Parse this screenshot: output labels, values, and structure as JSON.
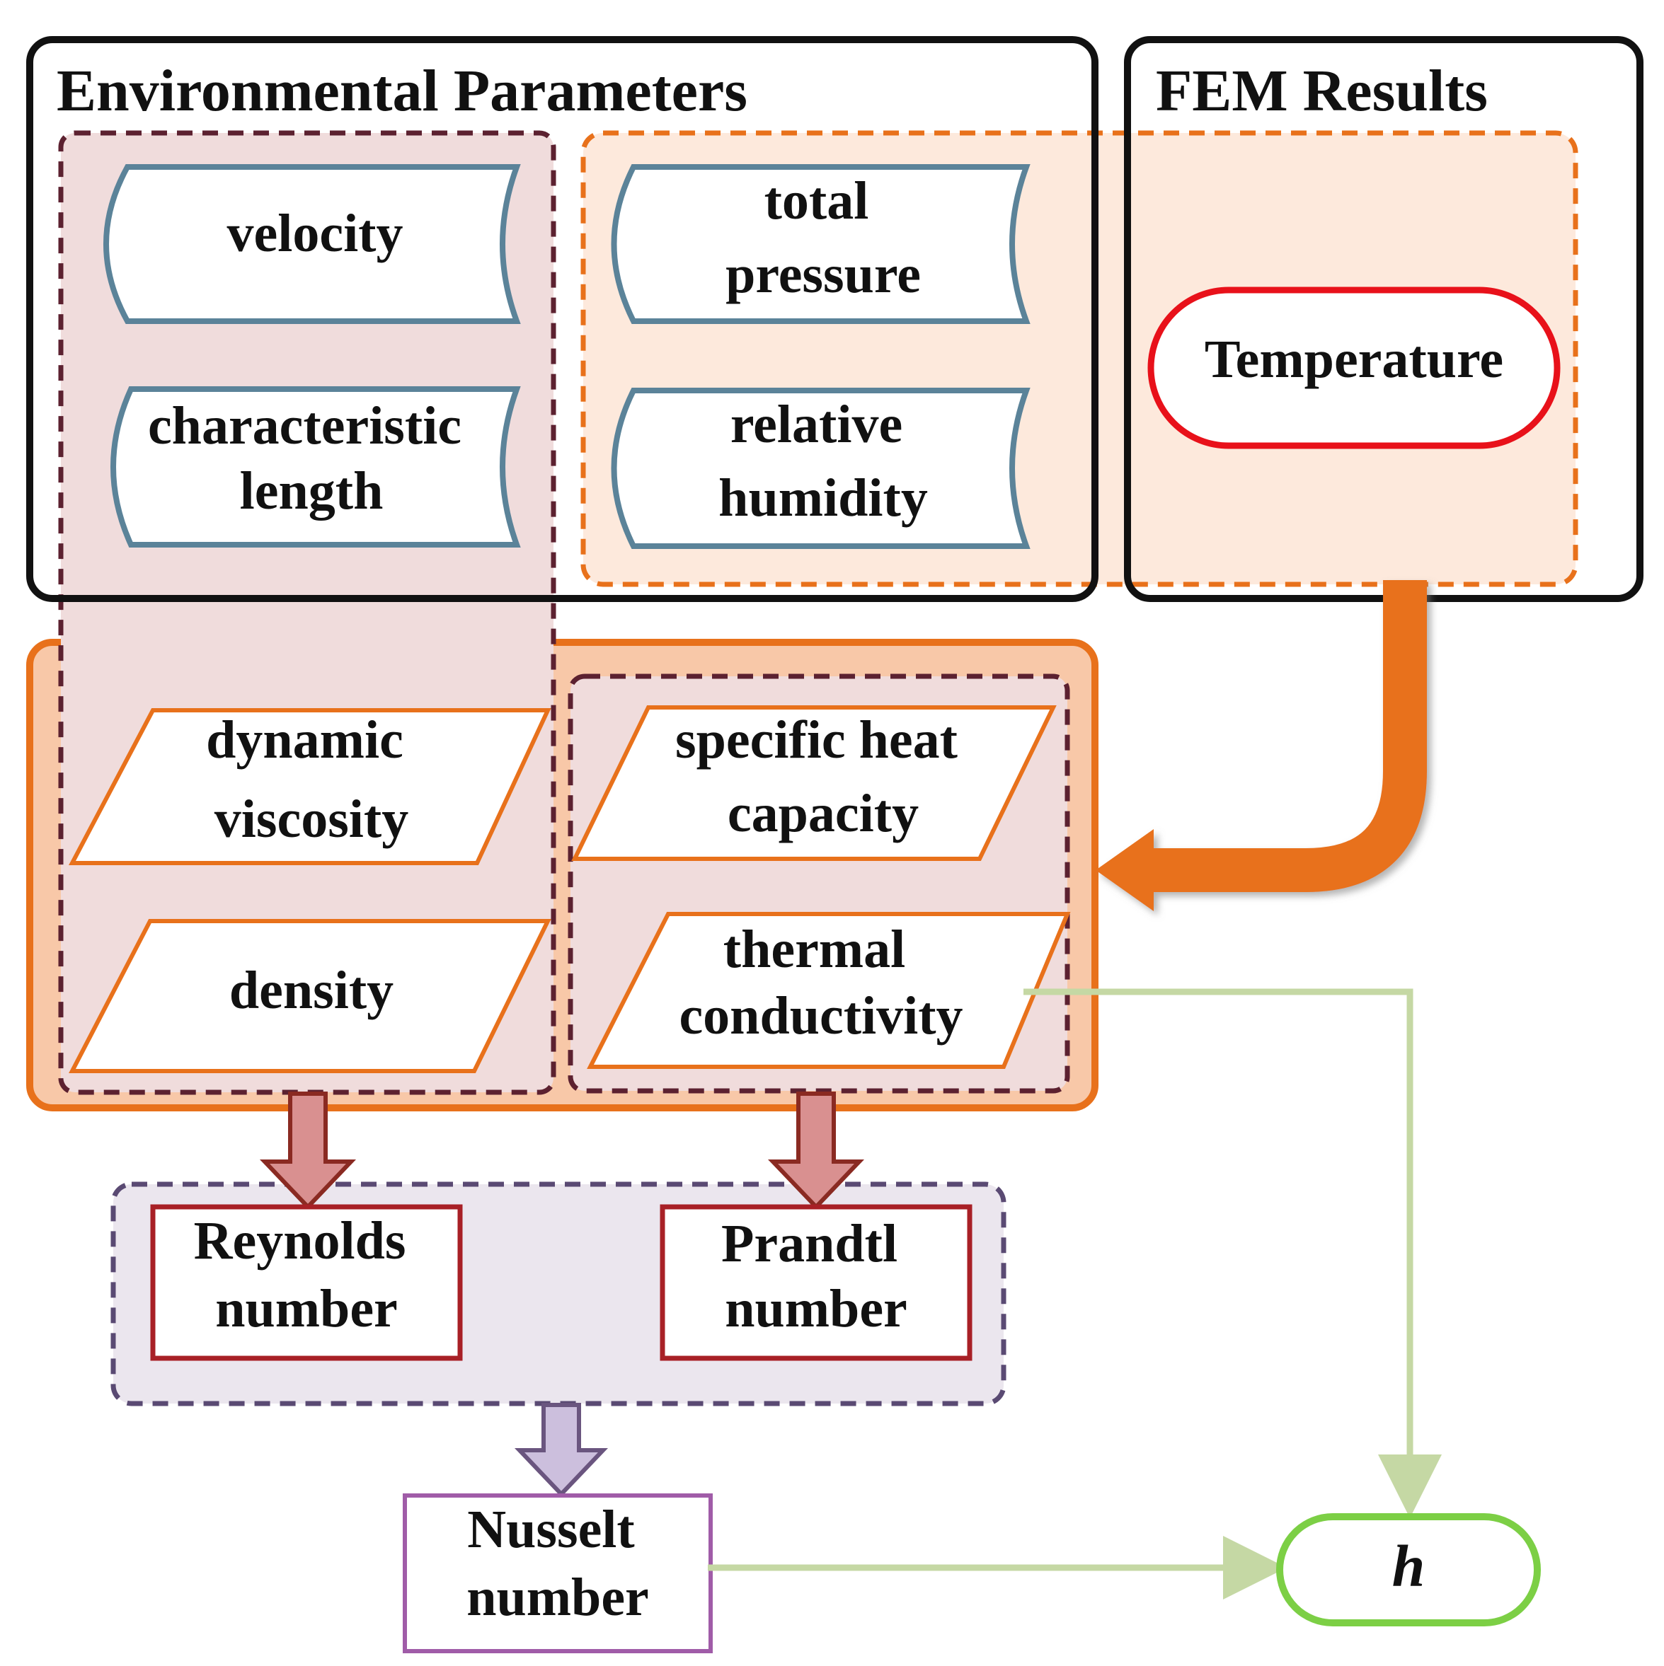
{
  "groups": {
    "environmental": {
      "title": "Environmental Parameters"
    },
    "fem": {
      "title": "FEM Results"
    }
  },
  "inputs": {
    "velocity": [
      "velocity"
    ],
    "characteristic_length": [
      "characteristic",
      "length"
    ],
    "total_pressure": [
      "total",
      "pressure"
    ],
    "relative_humidity": [
      "relative",
      "humidity"
    ],
    "temperature": [
      "Temperature"
    ]
  },
  "properties": {
    "dynamic_viscosity": [
      "dynamic",
      "viscosity"
    ],
    "density": [
      "density"
    ],
    "specific_heat_capacity": [
      "specific heat",
      "capacity"
    ],
    "thermal_conductivity": [
      "thermal",
      "conductivity"
    ]
  },
  "numbers": {
    "reynolds": [
      "Reynolds",
      "number"
    ],
    "prandtl": [
      "Prandtl",
      "number"
    ],
    "nusselt": [
      "Nusselt",
      "number"
    ]
  },
  "result": {
    "h": "h"
  },
  "colors": {
    "outline_black": "#111111",
    "input_border": "#5b8399",
    "temperature_border": "#e8111a",
    "orange": "#e8711b",
    "orange_region_fill": "#fde9dc",
    "orange_box_fill": "#f8c8a8",
    "maroon_dashed": "#5c2130",
    "maroon_region_fill": "#f0dcdc",
    "red_box_border": "#a82026",
    "arrow_pink": "#d99090",
    "arrow_pink_stroke": "#8a2a22",
    "purple_dashed": "#5a4a73",
    "purple_region_fill": "#ebe6ee",
    "arrow_lavender": "#ccbfdd",
    "arrow_lavender_stroke": "#6a557f",
    "nusselt_border": "#a05ca8",
    "green_line": "#c5d8a4",
    "h_border": "#7ccf45"
  }
}
